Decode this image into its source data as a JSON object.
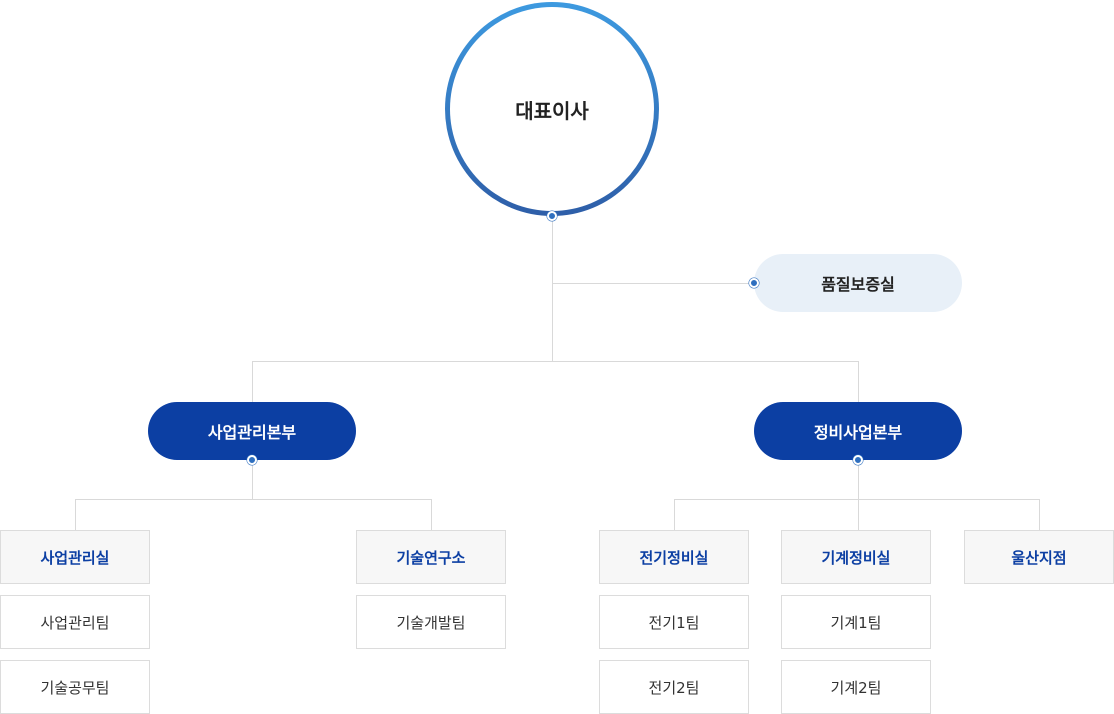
{
  "ceo": {
    "label": "대표이사"
  },
  "qa": {
    "label": "품질보증실"
  },
  "divisions": [
    {
      "label": "사업관리본부",
      "departments": [
        {
          "label": "사업관리실",
          "teams": [
            "사업관리팀",
            "기술공무팀"
          ]
        },
        {
          "label": "기술연구소",
          "teams": [
            "기술개발팀"
          ]
        }
      ]
    },
    {
      "label": "정비사업본부",
      "departments": [
        {
          "label": "전기정비실",
          "teams": [
            "전기1팀",
            "전기2팀"
          ]
        },
        {
          "label": "기계정비실",
          "teams": [
            "기계1팀",
            "기계2팀"
          ]
        },
        {
          "label": "울산지점",
          "teams": []
        }
      ]
    }
  ],
  "colors": {
    "primary": "#0c3fa3",
    "accent_light": "#3d9ae0",
    "accent_dark": "#2e5ea8",
    "qa_bg": "#e8f0f8",
    "line": "#d9d9d9"
  }
}
